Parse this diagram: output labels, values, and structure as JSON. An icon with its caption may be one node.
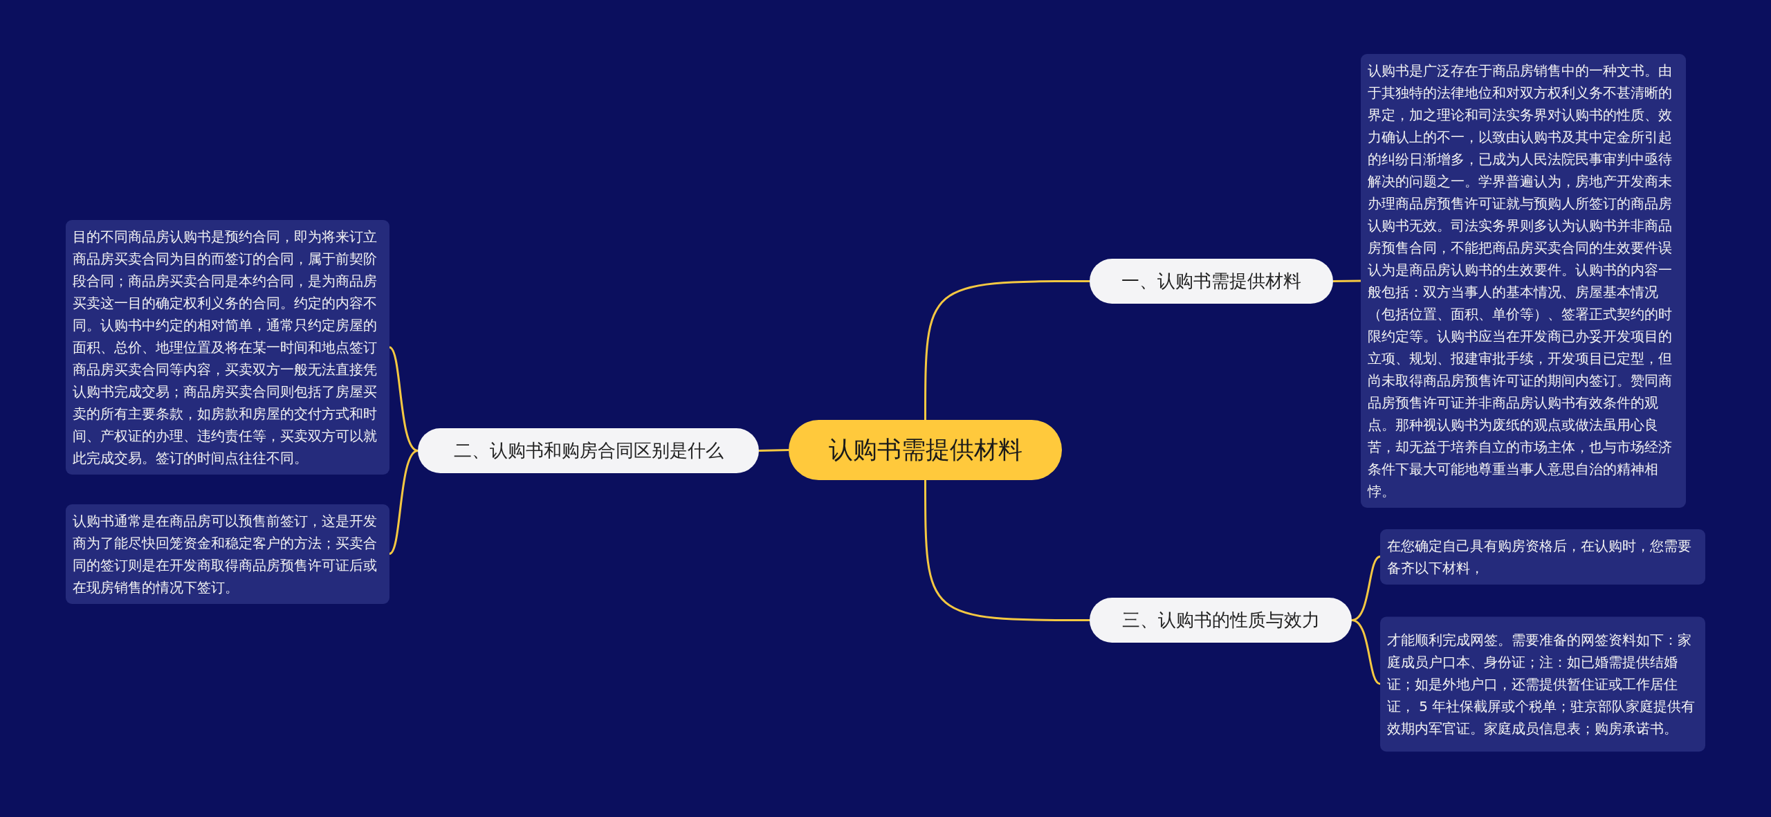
{
  "diagram": {
    "nodes": [
      {
        "text": [
          "认购书需提供材料"
        ]
      },
      {
        "text": [
          "一、认购书需提供材料"
        ]
      },
      {
        "text": [
          "认购书是广泛存在于商品房销售中的一种文书。由于其独特的法律地位和对双方权利义务不甚清晰的界定，加之理论和司法实务界对认购书的性质、效力确认上的不一，以致由认购书及其中定金所引起的纠纷日渐增多，已成为人民法院民事审判中亟待解决的问题之一。学界普遍认为，房地产开发商未办理商品房预售许可证就与预购人所签订的商品房认购书无效。司法实务界则多认为认购书并非商品房预售合同，不能把商品房买卖合同的生效要件误认为是商品房认购书的生效要件。认购书的内容一般包括：双方当事人的基本情况、房屋基本情况（包括位置、面积、单价等）、签署正式契约的时限约定等。认购书应当在开发商已办妥开发项目的立项、规划、报建审批手续，开发项目已定型，但尚未取得商品房预售许可证的期间内签订。赞同商品房预售许可证并非商品房认购书有效条件的观点。那种视认购书为废纸的观点或做法虽用心良苦，却无益于培养自立的市场主体，也与市场经济条件下最大可能地尊重当事人意思自治的精神相悖。"
        ]
      },
      {
        "text": [
          "二、认购书和购房合同区别是什么"
        ]
      },
      {
        "text": [
          "目的不同商品房认购书是预约合同，即为将来订立商品房买卖合同为目的而签订的合同，属于前契阶段合同；商品房买卖合同是本约合同，是为商品房买卖这一目的确定权利义务的合同。约定的内容不同。认购书中约定的相对简单，通常只约定房屋的面积、总价、地理位置及将在某一时间和地点签订商品房买卖合同等内容，买卖双方一般无法直接凭认购书完成交易；商品房买卖合同则包括了房屋买卖的所有主要条款，如房款和房屋的交付方式和时间、产权证的办理、违约责任等，买卖双方可以就此完成交易。签订的时间点往往不同。"
        ]
      },
      {
        "text": [
          "认购书通常是在商品房可以预售前签订，这是开发商为了能尽快回笼资金和稳定客户的方法；买卖合同的签订则是在开发商取得商品房预售许可证后或在现房销售的情况下签订。"
        ]
      },
      {
        "text": [
          "三、认购书的性质与效力"
        ]
      },
      {
        "text": [
          "在您确定自己具有购房资格后，在认购时，您需要备齐以下材料，"
        ]
      },
      {
        "text": [
          "才能顺利完成网签。需要准备的网签资料如下：家庭成员户口本、身份证；注：如已婚需提供结婚证；如是外地户口，还需提供暂住证或工作居住证， 5 年社保截屏或个税单；驻京部队家庭提供有效期内军官证。家庭成员信息表；购房承诺书。"
        ]
      }
    ],
    "edges": [
      {
        "from": 0,
        "to": 1,
        "arrow": "none"
      },
      {
        "from": 1,
        "to": 2,
        "arrow": "none"
      },
      {
        "from": 0,
        "to": 3,
        "arrow": "none"
      },
      {
        "from": 3,
        "to": 4,
        "arrow": "none"
      },
      {
        "from": 3,
        "to": 5,
        "arrow": "none"
      },
      {
        "from": 0,
        "to": 6,
        "arrow": "none"
      },
      {
        "from": 6,
        "to": 7,
        "arrow": "none"
      },
      {
        "from": 6,
        "to": 8,
        "arrow": "none"
      }
    ]
  }
}
